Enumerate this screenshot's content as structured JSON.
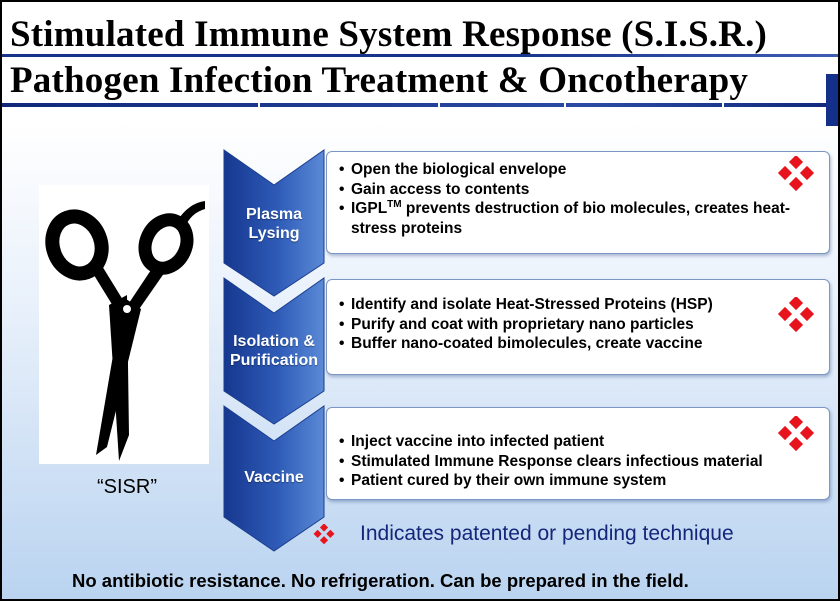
{
  "title": {
    "line1": "Stimulated Immune System Response (S.I.S.R.)",
    "line2": "Pathogen Infection Treatment & Oncotherapy"
  },
  "image": {
    "label": "“SISR”",
    "icon": "scissors-icon"
  },
  "steps": [
    {
      "label": "Plasma Lysing",
      "bullets": [
        {
          "text": "Open the biological envelope"
        },
        {
          "text": "Gain access to contents"
        },
        {
          "pre": "IGPL",
          "sup": "TM",
          "text": " prevents destruction of bio molecules, creates heat-stress proteins"
        }
      ],
      "marker": "patent-diamond-icon"
    },
    {
      "label": "Isolation & Purification",
      "bullets": [
        {
          "text": "Identify and isolate Heat-Stressed Proteins (HSP)"
        },
        {
          "text": "Purify and coat with proprietary nano particles"
        },
        {
          "text": "Buffer nano-coated bimolecules, create vaccine"
        }
      ],
      "marker": "patent-diamond-icon"
    },
    {
      "label": "Vaccine",
      "bullets": [
        {
          "text": "Inject vaccine into infected patient"
        },
        {
          "text": "Stimulated Immune Response clears infectious material"
        },
        {
          "text": "Patient cured by their own immune system"
        }
      ],
      "marker": "patent-diamond-icon"
    }
  ],
  "legend": {
    "text": "Indicates patented or pending technique",
    "icon": "patent-diamond-icon"
  },
  "footer": "No antibiotic resistance.  No refrigeration. Can be prepared in the field.",
  "colors": {
    "chevron_dark": "#16378f",
    "chevron_light": "#5b8ad6",
    "marker_red": "#e8141d",
    "legend_text": "#14267a",
    "title_rule": "#16348a"
  }
}
